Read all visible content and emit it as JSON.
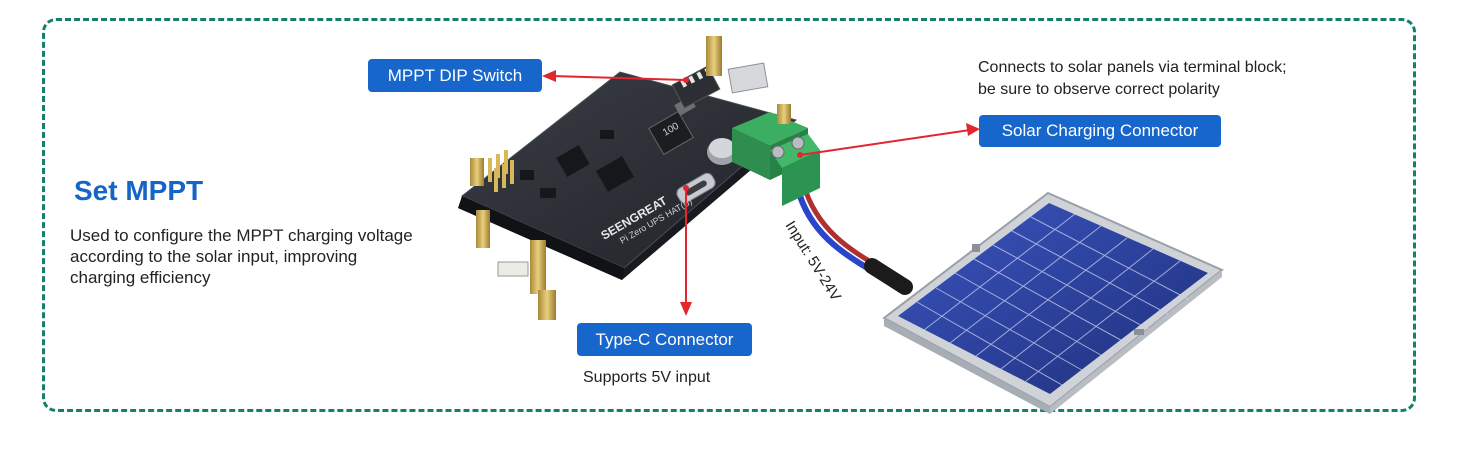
{
  "panel": {
    "title": "Set MPPT",
    "description": "Used to configure the MPPT charging voltage according to the solar input, improving charging efficiency"
  },
  "callouts": {
    "dip_switch": "MPPT DIP Switch",
    "solar_connector": "Solar Charging Connector",
    "solar_note_line1": "Connects to solar panels via terminal block;",
    "solar_note_line2": "be sure to observe correct polarity",
    "typec_connector": "Type-C Connector",
    "typec_note": "Supports 5V input",
    "input_range": "Input:  5V-24V"
  },
  "board_markings": {
    "brand": "SEENGREAT",
    "model": "Pi Zero UPS HAT(B)",
    "inductor": "100"
  },
  "colors": {
    "frame": "#14806b",
    "heading": "#1565c8",
    "label_bg": "#1766cc",
    "arrow": "#e3262e",
    "pcb": "#2a2d33",
    "terminal": "#2f9a55",
    "solar_cell": "#2b3f9a"
  }
}
